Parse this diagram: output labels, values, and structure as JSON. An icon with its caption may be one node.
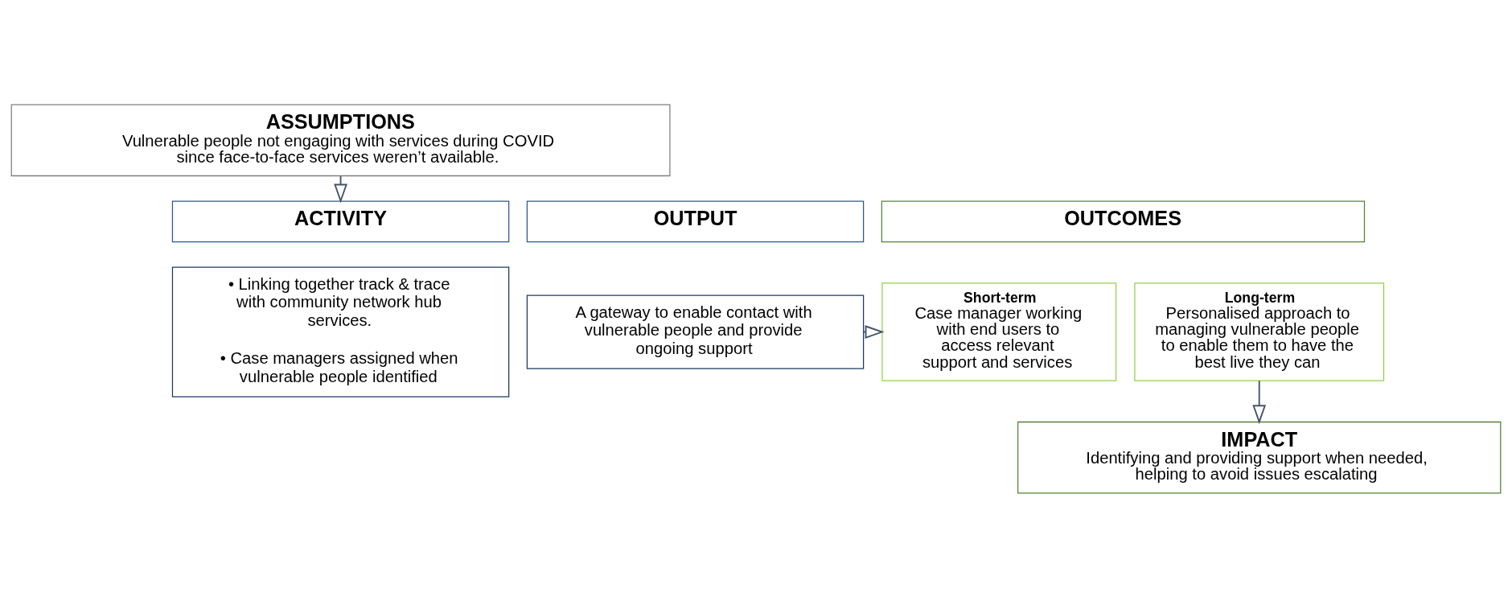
{
  "diagram": {
    "nodes": [
      {
        "text": [
          "ASSUMPTIONS",
          "Vulnerable people not engaging with services during COVID since face-to-face services weren’t available."
        ]
      },
      {
        "text": [
          "ACTIVITY"
        ]
      },
      {
        "text": [
          "• Linking together track & trace with community network hub services.",
          "• Case managers assigned when vulnerable people identified"
        ]
      },
      {
        "text": [
          "OUTPUT"
        ]
      },
      {
        "text": [
          "A gateway to enable contact with vulnerable people and provide ongoing support"
        ]
      },
      {
        "text": [
          "OUTCOMES"
        ]
      },
      {
        "text": [
          "Short-term",
          "Case manager working with end users to access relevant support and services"
        ]
      },
      {
        "text": [
          "Long-term",
          "Personalised approach to managing vulnerable people to enable them to have the best live they can"
        ]
      },
      {
        "text": [
          "IMPACT",
          "Identifying and providing support when needed, helping to avoid issues escalating"
        ]
      }
    ],
    "edges": [
      {
        "from": 0,
        "to": 1,
        "arrow": "to"
      },
      {
        "from": 4,
        "to": 6,
        "arrow": "to"
      },
      {
        "from": 7,
        "to": 8,
        "arrow": "to"
      }
    ]
  }
}
